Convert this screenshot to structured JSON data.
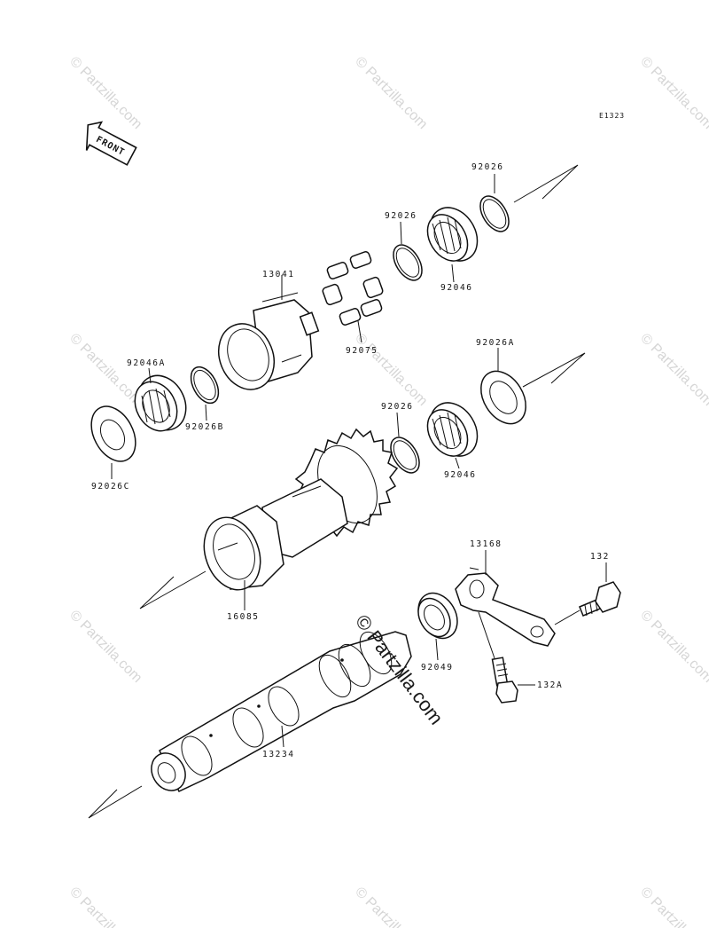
{
  "diagram_code": "E1323",
  "front_label": "FRONT",
  "watermark": {
    "tile_text": "© Partzilla.com",
    "center_text": "© Partzilla.com"
  },
  "part_labels": {
    "p92026_top": "92026",
    "p92026_mid": "92026",
    "p92046_top": "92046",
    "p13041": "13041",
    "p92075": "92075",
    "p92046A": "92046A",
    "p92026B": "92026B",
    "p92026A": "92026A",
    "p92026_low": "92026",
    "p92046_low": "92046",
    "p92026C": "92026C",
    "p13168": "13168",
    "p132": "132",
    "p16085": "16085",
    "p92049": "92049",
    "p132A": "132A",
    "p13234": "13234"
  },
  "colors": {
    "line": "#111111",
    "watermark": "#d6d6d6",
    "background": "#ffffff"
  }
}
